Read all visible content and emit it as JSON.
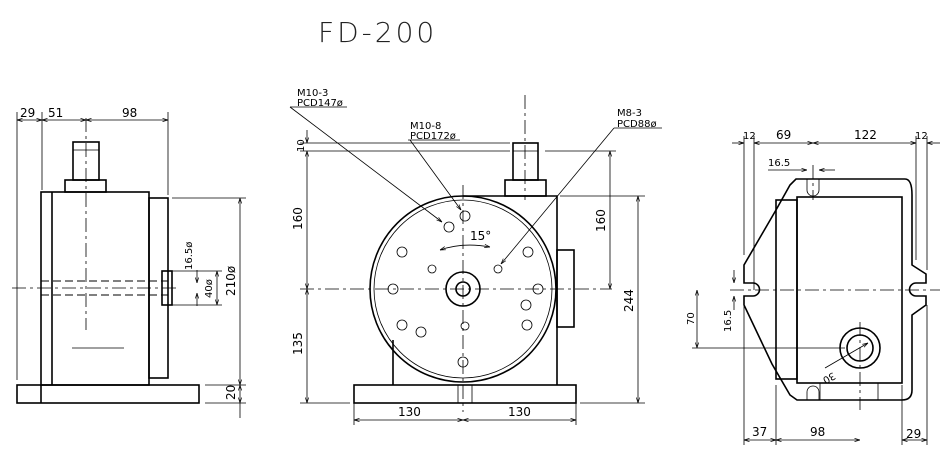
{
  "title": "FD-200",
  "side_view": {
    "dims": {
      "d29": "29",
      "d51": "51",
      "d98": "98",
      "d16_5": "16.5ø",
      "d40": "40ø",
      "d210": "210ø",
      "d20": "20"
    }
  },
  "front_view": {
    "callouts": {
      "m10_3": "M10-3",
      "pcd147": "PCD147ø",
      "m10_8": "M10-8",
      "pcd172": "PCD172ø",
      "m8_3": "M8-3",
      "pcd88": "PCD88ø"
    },
    "angle": "15°",
    "dims": {
      "d10": "10",
      "d160_left": "160",
      "d135": "135",
      "d160_right": "160",
      "d244": "244",
      "d130_left": "130",
      "d130_right": "130"
    }
  },
  "rear_view": {
    "dims": {
      "d12_left": "12",
      "d69": "69",
      "d122": "122",
      "d12_right": "12",
      "d16_5_top": "16.5",
      "d70": "70",
      "d16_5_side": "16.5",
      "d30": "30",
      "d37": "37",
      "d98": "98",
      "d29": "29"
    }
  }
}
